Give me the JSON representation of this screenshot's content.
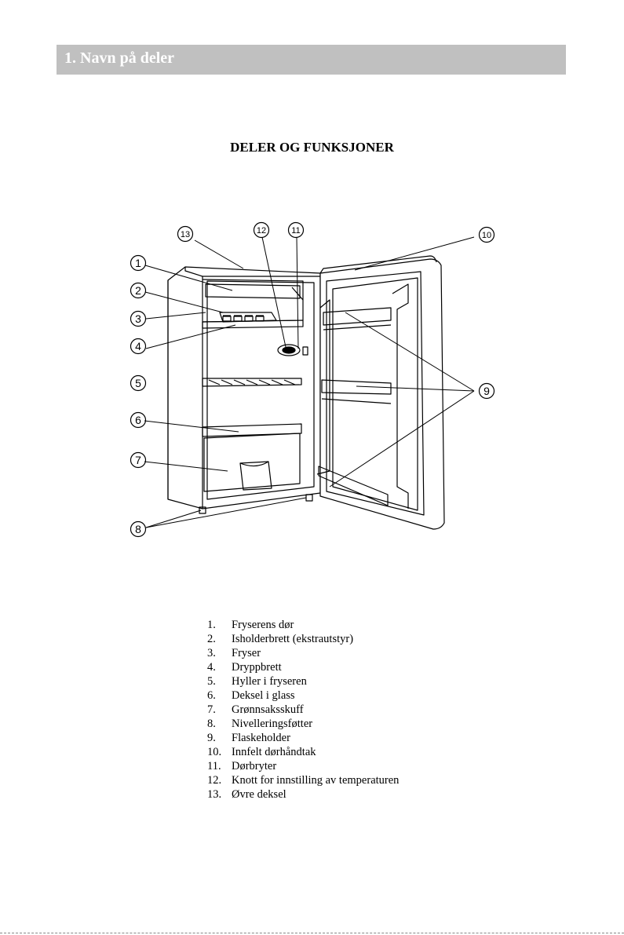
{
  "section": {
    "title": "1. Navn på deler"
  },
  "diagram": {
    "heading": "DELER OG FUNKSJONER",
    "callouts": [
      "1",
      "2",
      "3",
      "4",
      "5",
      "6",
      "7",
      "8",
      "9",
      "10",
      "11",
      "12",
      "13"
    ]
  },
  "parts": [
    {
      "num": "1.",
      "label": "Fryserens dør"
    },
    {
      "num": "2.",
      "label": "Isholderbrett (ekstrautstyr)"
    },
    {
      "num": "3.",
      "label": "Fryser"
    },
    {
      "num": "4.",
      "label": "Dryppbrett"
    },
    {
      "num": "5.",
      "label": "Hyller i fryseren"
    },
    {
      "num": "6.",
      "label": "Deksel i glass"
    },
    {
      "num": "7.",
      "label": "Grønnsaksskuff"
    },
    {
      "num": "8.",
      "label": "Nivelleringsføtter"
    },
    {
      "num": "9.",
      "label": "Flaskeholder"
    },
    {
      "num": "10.",
      "label": "Innfelt dørhåndtak"
    },
    {
      "num": "11.",
      "label": "Dørbryter"
    },
    {
      "num": "12.",
      "label": "Knott for innstilling av temperaturen"
    },
    {
      "num": "13.",
      "label": "Øvre deksel"
    }
  ]
}
